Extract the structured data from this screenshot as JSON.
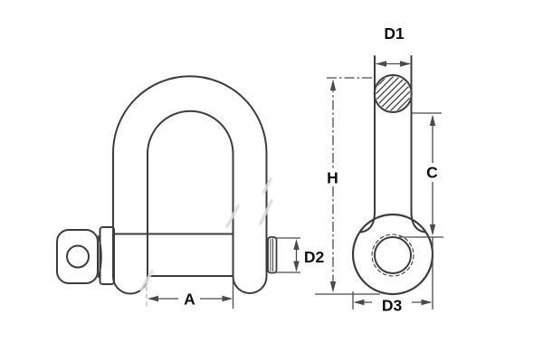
{
  "drawing": {
    "labels": {
      "inside_width": "A",
      "bow_diameter": "D1",
      "pin_diameter": "D2",
      "eye_width": "D3",
      "inside_length": "C",
      "overall_height": "H"
    }
  },
  "colors": {
    "background": "#ffffff",
    "outline": "#3c3c3c",
    "dimension_line": "#4a4a4a",
    "label_text": "#0d0d12",
    "dashed_extension": "#b9b9b9",
    "watermark_smudge": "#dcdcdc"
  }
}
